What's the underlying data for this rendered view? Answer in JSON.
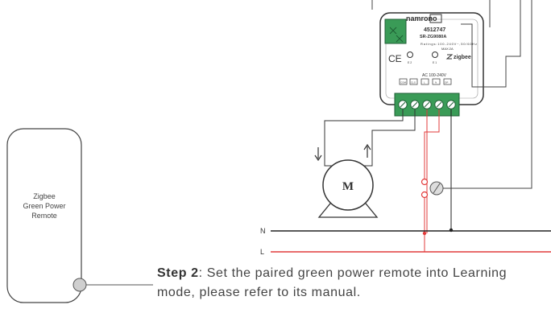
{
  "device": {
    "brand": "namrono",
    "model_number": "4512747",
    "model_code": "SR-ZG9080A",
    "ratings": "Ratings:100-240V~,50/60Hz",
    "max": "MAX:2A",
    "ce": "CE",
    "zigbee": "zigbee",
    "ac_label": "AC 100-240V",
    "led1": "E 2",
    "led2": "E 1",
    "terminals": [
      "COM",
      "CLS",
      "L",
      "N",
      "OP"
    ]
  },
  "motor": {
    "label": "M"
  },
  "lines": {
    "n": "N",
    "l": "L"
  },
  "remote": {
    "line1": "Zigbee",
    "line2": "Green Power",
    "line3": "Remote"
  },
  "step": {
    "label": "Step 2",
    "text": ": Set the paired green power remote into Learning mode, please refer to its manual."
  },
  "colors": {
    "live": "#e23b3b",
    "neutral": "#222222",
    "terminal": "#3a9b57",
    "wire": "#333333"
  }
}
